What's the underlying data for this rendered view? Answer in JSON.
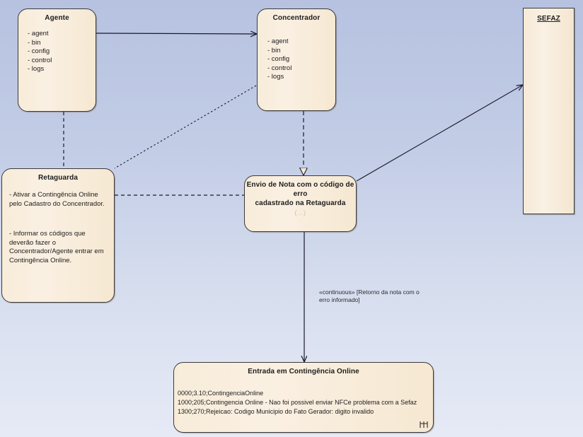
{
  "diagram": {
    "type": "uml-component-diagram",
    "background_top_color": "#b6c2e0",
    "background_bottom_color": "#e6eaf6",
    "node_fill_color": "#f8ecd9",
    "node_border_color": "#3a3a3a"
  },
  "nodes": {
    "agente": {
      "title": "Agente",
      "attributes": [
        "- agent",
        "- bin",
        "- config",
        "- control",
        "- logs"
      ]
    },
    "concentrador": {
      "title": "Concentrador",
      "attributes": [
        "- agent",
        "- bin",
        "- config",
        "- control",
        "- logs"
      ]
    },
    "sefaz": {
      "title": "SEFAZ"
    },
    "retaguarda": {
      "title": "Retaguarda",
      "paragraph1": "- Ativar a Contingência Online pelo Cadastro do Concentrador.",
      "paragraph2": "- Informar os códigos que deverão fazer o Concentrador/Agente entrar em Contingência Online."
    },
    "envio_nota": {
      "title_line1": "Envio de Nota com o código de erro",
      "title_line2": "cadastrado na Retaguarda",
      "ellipsis": "(...)"
    },
    "entrada_contingencia": {
      "title": "Entrada em Contingência Online",
      "code_lines": [
        "0000;3.10;ContingenciaOnline",
        "1000;205;Contingencia Online - Nao foi possivel enviar NFCe problema com a Sefaz",
        "1300;270;Rejeicao: Codigo Municipio do Fato Gerador: digito invalido"
      ]
    }
  },
  "edges": {
    "agente_to_concentrador": {
      "style": "solid",
      "arrow": "open"
    },
    "agente_to_retaguarda": {
      "style": "dashed",
      "arrow": "none"
    },
    "concentrador_to_retaguarda": {
      "style": "dotted",
      "arrow": "none"
    },
    "concentrador_to_envio": {
      "style": "dashed",
      "arrow": "hollow-triangle"
    },
    "retaguarda_to_envio": {
      "style": "dashed",
      "arrow": "none"
    },
    "envio_to_sefaz": {
      "style": "solid",
      "arrow": "open"
    },
    "envio_to_entrada": {
      "style": "solid",
      "arrow": "open",
      "label_line1": "«continuous» [Retorno da nota com o",
      "label_line2": "erro informado]"
    }
  }
}
